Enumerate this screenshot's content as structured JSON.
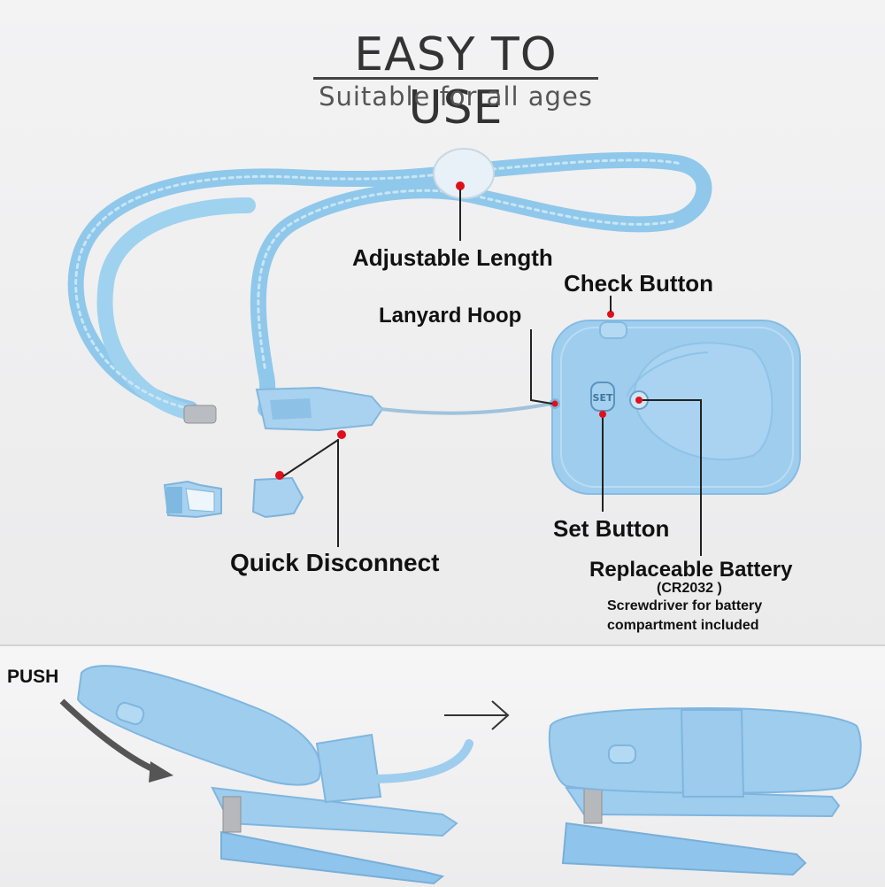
{
  "header": {
    "title": "EASY TO USE",
    "subtitle": "Suitable for all ages"
  },
  "callouts": {
    "adjustable_length": "Adjustable Length",
    "check_button": "Check Button",
    "lanyard_hoop": "Lanyard Hoop",
    "set_button": "Set Button",
    "quick_disconnect": "Quick Disconnect",
    "replaceable_battery": "Replaceable Battery",
    "battery_type": "(CR2032 )",
    "screwdriver_line1": "Screwdriver for battery",
    "screwdriver_line2": "compartment included"
  },
  "device": {
    "set_key_text": "SET"
  },
  "clip_demo": {
    "push_label": "PUSH"
  },
  "colors": {
    "device_blue": "#9fcdee",
    "cord_blue": "#8fc8ea",
    "marker_red": "#e0101a",
    "leader_line": "#222222"
  }
}
